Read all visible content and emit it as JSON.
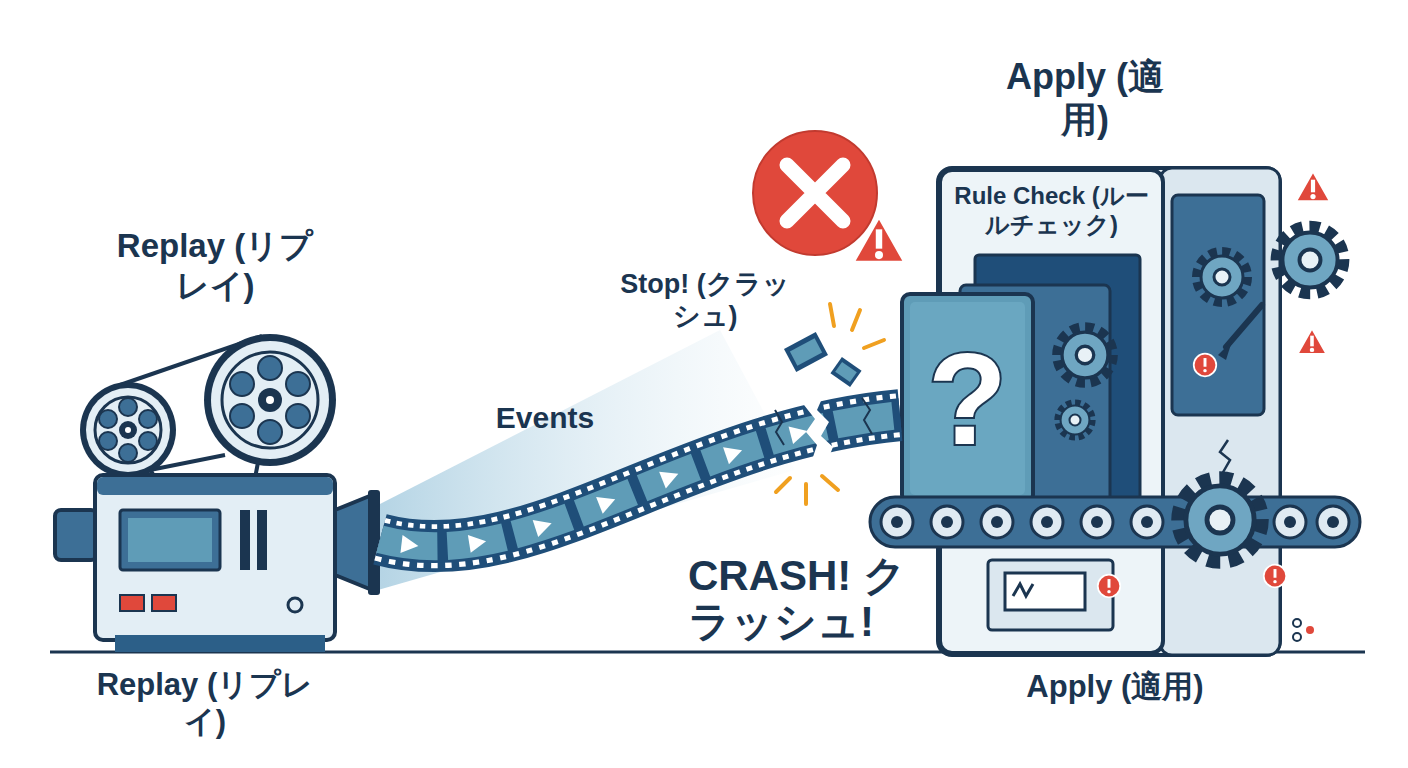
{
  "diagram": {
    "nodes": [
      {
        "text": [
          "Replay (リプレイ)",
          "Replay (リプレイ)"
        ]
      },
      {
        "text": [
          "Apply (適用)",
          "Apply (適用)"
        ]
      },
      {
        "text": [
          "Rule Check (ルールチェック)"
        ],
        "in": 1
      },
      {
        "text": [
          "?"
        ],
        "in": 2
      }
    ],
    "edges": [
      {
        "from": 0,
        "to": 3,
        "arrow": "none",
        "label": "Events"
      }
    ],
    "labels": [
      "Stop! (クラッシュ)",
      "CRASH! クラッシュ!"
    ]
  }
}
